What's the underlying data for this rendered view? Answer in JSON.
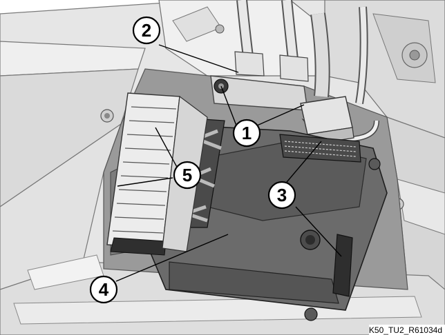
{
  "diagram": {
    "callouts": [
      {
        "id": "c1",
        "label": "1"
      },
      {
        "id": "c2",
        "label": "2"
      },
      {
        "id": "c3",
        "label": "3"
      },
      {
        "id": "c4",
        "label": "4"
      },
      {
        "id": "c5",
        "label": "5"
      }
    ],
    "reference_code": "K50_TU2_R61034d",
    "colors": {
      "background": "#ffffff",
      "frame_fill": "#e9e9e9",
      "frame_shadow": "#bdbdbd",
      "cavity_fill": "#8f8f8f",
      "module_fill": "#6a6a6a",
      "module_top": "#5a5a5a",
      "module_dark": "#3f3f3f",
      "connector_fill": "#ececec",
      "line": "#000000"
    }
  }
}
